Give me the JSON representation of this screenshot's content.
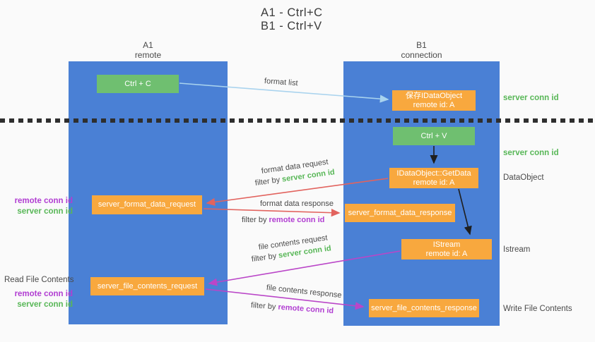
{
  "title": {
    "line1": "A1 - Ctrl+C",
    "line2": "B1 - Ctrl+V"
  },
  "columns": {
    "left": {
      "name": "A1",
      "role": "remote"
    },
    "right": {
      "name": "B1",
      "role": "connection"
    }
  },
  "nodes": {
    "ctrl_c": "Ctrl + C",
    "save_idataobject": {
      "line1": "保存IDataObject",
      "line2": "remote id: A"
    },
    "ctrl_v": "Ctrl + V",
    "getdata": {
      "line1": "IDataObject::GetData",
      "line2": "remote id: A"
    },
    "format_request": "server_format_data_request",
    "format_response": "server_format_data_response",
    "istream": {
      "line1": "IStream",
      "line2": "remote id: A"
    },
    "file_request": "server_file_contents_request",
    "file_response": "server_file_contents_response"
  },
  "side_labels": {
    "server_conn_id_top": "server conn id",
    "server_conn_id_mid": "server conn id",
    "dataobject": "DataObject",
    "istream": "Istream",
    "write_file_contents": "Write File Contents",
    "read_file_contents": "Read File Contents",
    "format_remote_conn_id": "remote conn id",
    "format_server_conn_id": "server conn id",
    "file_remote_conn_id": "remote conn id",
    "file_server_conn_id": "server conn id"
  },
  "arrow_labels": {
    "format_list": "format list",
    "format_data_request": "format data request",
    "filter_by_1": "filter by ",
    "server_conn_id_1": "server conn id",
    "format_data_response": "format data response",
    "filter_by_2": "filter by ",
    "remote_conn_id_2": "remote conn id",
    "file_contents_request": "file contents request",
    "filter_by_3": "filter by ",
    "server_conn_id_3": "server conn id",
    "file_contents_response": "file contents response",
    "filter_by_4": "filter by ",
    "remote_conn_id_4": "remote conn id"
  },
  "colors": {
    "column_blue": "#4a80d5",
    "node_green": "#6fbf70",
    "node_orange": "#f8a83e",
    "arrow_lightblue": "#a9d3ee",
    "arrow_red": "#e2635e",
    "arrow_purple": "#ba46c8",
    "arrow_black": "#1f1f1f",
    "text_green": "#58b757",
    "text_purple": "#b13ed2"
  }
}
